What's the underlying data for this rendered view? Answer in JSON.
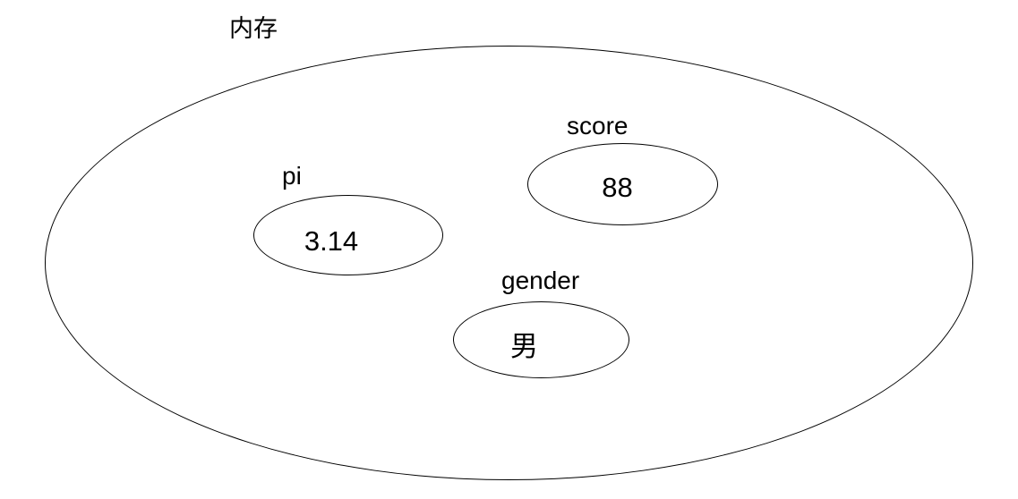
{
  "diagram": {
    "memory_label": "内存",
    "variables": [
      {
        "name": "pi",
        "value": "3.14"
      },
      {
        "name": "score",
        "value": "88"
      },
      {
        "name": "gender",
        "value": "男"
      }
    ],
    "colors": {
      "line": "#000000",
      "text": "#000000",
      "background": "#ffffff"
    }
  }
}
